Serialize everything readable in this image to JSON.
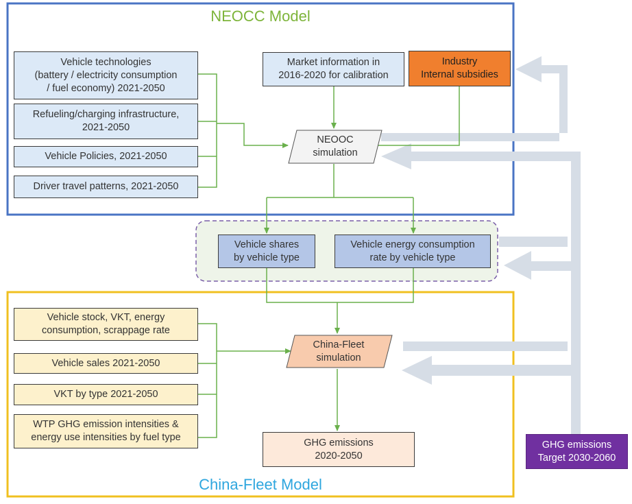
{
  "colors": {
    "neocc_frame": "#4a74c4",
    "fleet_frame": "#f0c020",
    "arrow_green": "#6ab04c",
    "feedback_arrow": "#d6dde6",
    "mid_dashed": "#7a5fa8",
    "mid_bg": "#eef4e9",
    "input_blue": "#dce9f7",
    "output_blue": "#b4c6e7",
    "input_tan": "#fdf1cc",
    "industry_orange": "#f07f2e",
    "fleet_sim_fill": "#f8cbad",
    "ghg_output_fill": "#fde9da",
    "target_purple": "#7030a0"
  },
  "neocc": {
    "title": "NEOCC Model",
    "inputs": [
      "Vehicle technologies\n(battery / electricity consumption\n/ fuel economy)  2021-2050",
      "Refueling/charging infrastructure,\n2021-2050",
      "Vehicle Policies, 2021-2050",
      "Driver travel patterns, 2021-2050"
    ],
    "market": "Market information in\n2016-2020 for calibration",
    "industry": "Industry\nInternal subsidies",
    "simulation": "NEOOC\nsimulation"
  },
  "intermediate": {
    "shares": "Vehicle shares\nby vehicle type",
    "energy_rate": "Vehicle energy consumption\nrate by vehicle type"
  },
  "fleet": {
    "title": "China-Fleet Model",
    "inputs": [
      "Vehicle stock, VKT, energy\nconsumption, scrappage rate",
      "Vehicle sales 2021-2050",
      "VKT by type 2021-2050",
      "WTP GHG emission intensities &\nenergy use intensities by fuel type"
    ],
    "simulation": "China-Fleet\nsimulation",
    "output": "GHG emissions\n2020-2050"
  },
  "target": "GHG emissions\nTarget 2030-2060"
}
